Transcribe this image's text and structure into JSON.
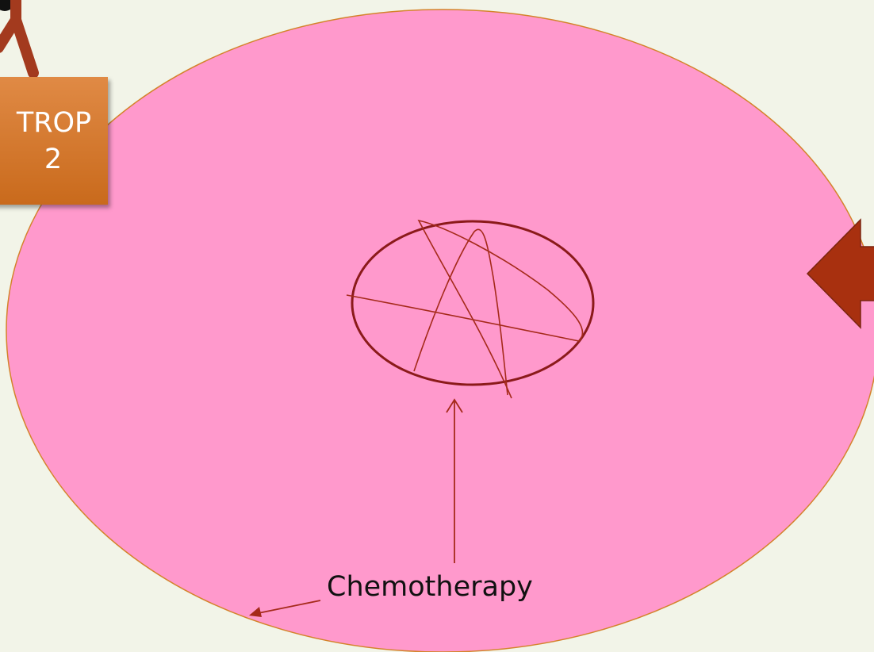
{
  "labels": {
    "trop_line1": "TROP",
    "trop_line2": "2",
    "chemo": "Chemotherapy"
  },
  "colors": {
    "background": "#f2f4e8",
    "cell_fill": "#ff99cc",
    "cell_stroke": "#d4832a",
    "nucleus_stroke": "#8b1a1a",
    "arrow_stroke": "#a52a1a",
    "antibody": "#a33a1e",
    "trop_box_top": "#e08a45",
    "trop_box_bottom": "#c96a1c",
    "big_arrow_fill": "#a8300f"
  },
  "icons": {
    "antibody": "antibody-icon",
    "big_arrow": "left-arrow-icon"
  }
}
